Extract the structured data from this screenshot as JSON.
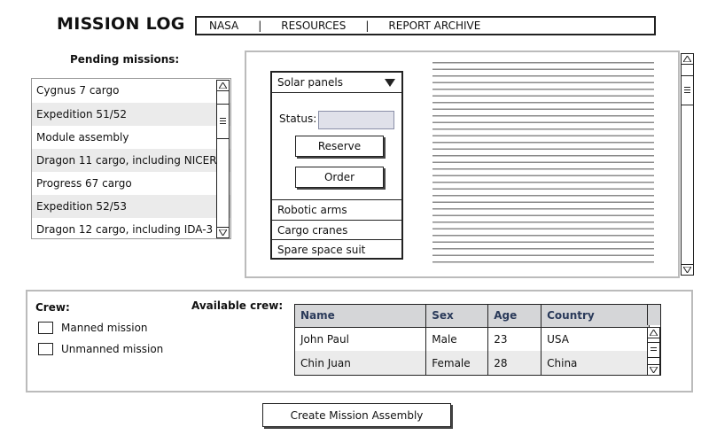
{
  "header": {
    "title": "MISSION LOG",
    "nav": [
      {
        "label": "NASA"
      },
      {
        "label": "RESOURCES"
      },
      {
        "label": "REPORT ARCHIVE"
      }
    ],
    "separator": "|"
  },
  "pending": {
    "title": "Pending missions:",
    "items": [
      "Cygnus 7 cargo",
      "Expedition 51/52",
      "Module assembly",
      "Dragon 11 cargo, including NICER",
      "Progress 67 cargo",
      "Expedition 52/53",
      "Dragon 12 cargo, including IDA-3"
    ]
  },
  "resources": {
    "expanded": {
      "label": "Solar panels",
      "status_label": "Status:",
      "status_value": "",
      "reserve_label": "Reserve",
      "order_label": "Order"
    },
    "collapsed_items": [
      "Robotic arms",
      "Cargo cranes",
      "Spare space suit"
    ]
  },
  "crew": {
    "label": "Crew:",
    "options": [
      {
        "label": "Manned mission",
        "checked": false
      },
      {
        "label": "Unmanned mission",
        "checked": false
      }
    ],
    "available_label": "Available crew:",
    "table": {
      "headers": [
        "Name",
        "Sex",
        "Age",
        "Country"
      ],
      "rows": [
        [
          "John Paul",
          "Male",
          "23",
          "USA"
        ],
        [
          "Chin Juan",
          "Female",
          "28",
          "China"
        ]
      ]
    }
  },
  "actions": {
    "create_label": "Create Mission Assembly"
  },
  "icons": {
    "dropdown": "triangle-down-icon",
    "scroll_up": "triangle-up-icon",
    "scroll_down": "triangle-down-icon"
  },
  "colors": {
    "header_bg": "#d5d6d8",
    "header_text": "#2a3a5a",
    "status_input_bg": "#e0e1ea",
    "row_stripe": "#ebebeb"
  }
}
